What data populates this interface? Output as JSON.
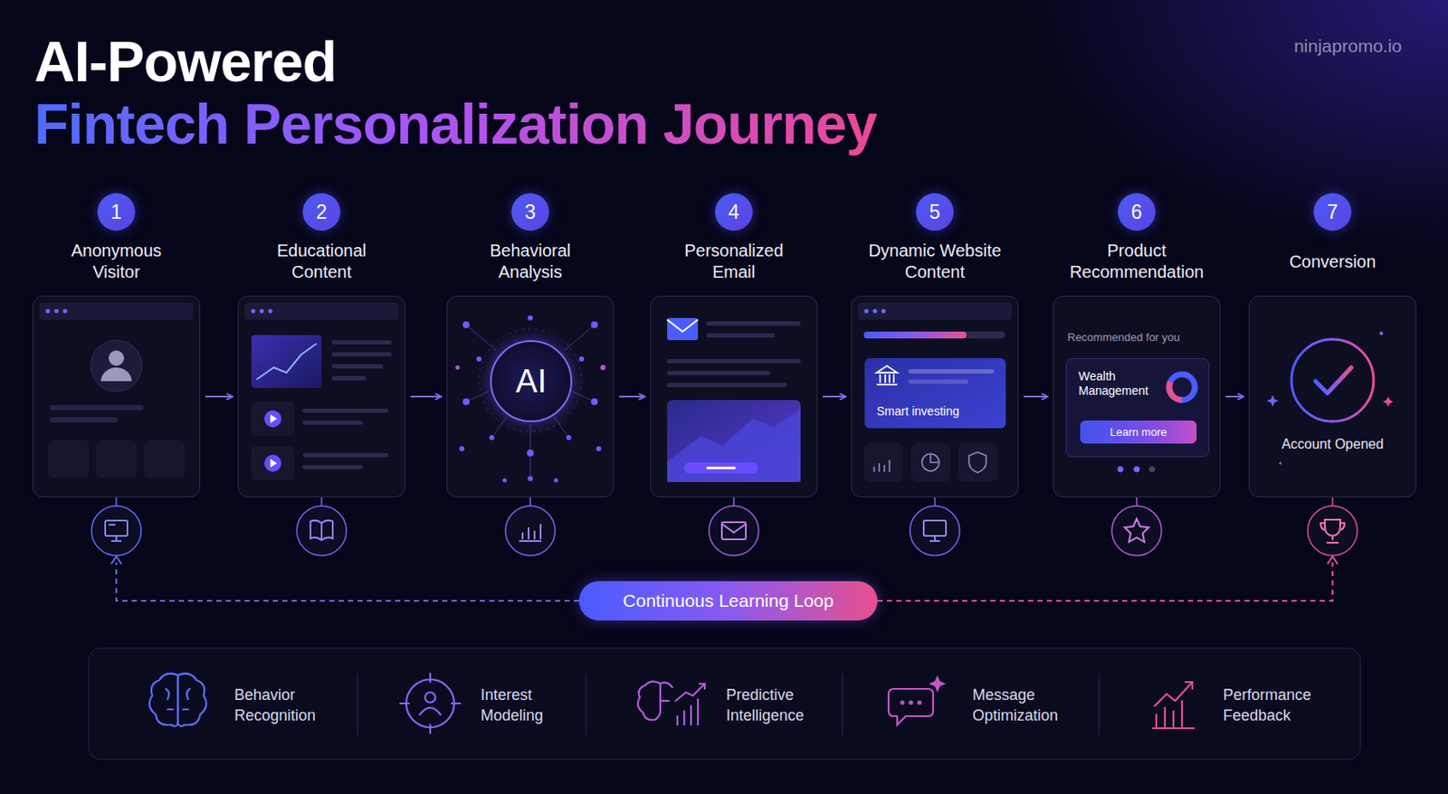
{
  "diagram": {
    "title": "AI-Powered",
    "nodes": [
      {
        "text": [
          "1"
        ]
      },
      {
        "text": [
          "Anonymous Visitor"
        ]
      },
      {
        "text": [
          "2"
        ]
      },
      {
        "text": [
          "Educational Content"
        ]
      },
      {
        "text": [
          "3"
        ]
      },
      {
        "text": [
          "Behavioral Analysis"
        ]
      },
      {
        "text": [
          "AI"
        ],
        "in": 5
      },
      {
        "text": [
          "4"
        ]
      },
      {
        "text": [
          "Personalized Email"
        ]
      },
      {
        "text": [
          "5"
        ]
      },
      {
        "text": [
          "Dynamic Website Content"
        ]
      },
      {
        "text": [
          "Smart investing"
        ],
        "in": 10
      },
      {
        "text": [
          "6"
        ]
      },
      {
        "text": [
          "Product Recommendation",
          "Recommended for you"
        ]
      },
      {
        "text": [
          "Wealth Management"
        ],
        "in": 13
      },
      {
        "text": [
          "Learn more"
        ],
        "in": 14
      },
      {
        "text": [
          "7"
        ]
      },
      {
        "text": [
          "Conversion",
          "Account Opened"
        ]
      },
      {
        "text": [
          "Continuous Learning Loop"
        ]
      },
      {
        "text": [
          "Behavior Recognition",
          "Interest Modeling",
          "Predictive Intelligence",
          "Message Optimization",
          "Performance Feedback"
        ]
      }
    ],
    "edges": [
      {
        "from": 1,
        "to": 3,
        "arrow": "to"
      },
      {
        "from": 3,
        "to": 5,
        "arrow": "to"
      },
      {
        "from": 5,
        "to": 8,
        "arrow": "to"
      },
      {
        "from": 8,
        "to": 10,
        "arrow": "to"
      },
      {
        "from": 10,
        "to": 13,
        "arrow": "to"
      },
      {
        "from": 13,
        "to": 17,
        "arrow": "to"
      }
    ],
    "labels": [
      "Fintech Personalization Journey",
      "ninjapromo.io"
    ]
  }
}
